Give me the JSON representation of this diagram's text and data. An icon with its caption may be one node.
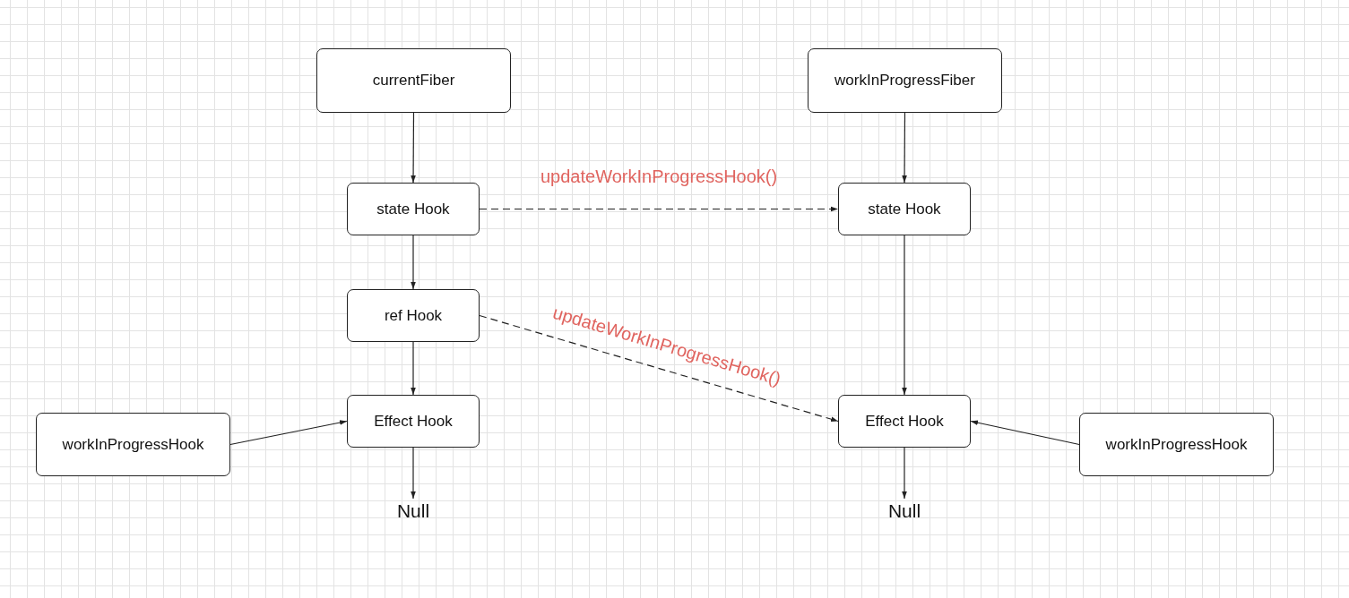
{
  "diagram": {
    "nodes": [
      {
        "text": [
          "currentFiber"
        ]
      },
      {
        "text": [
          "workInProgressFiber"
        ]
      },
      {
        "text": [
          "state Hook"
        ]
      },
      {
        "text": [
          "state Hook"
        ]
      },
      {
        "text": [
          "ref Hook"
        ]
      },
      {
        "text": [
          "Effect Hook"
        ]
      },
      {
        "text": [
          "Effect Hook"
        ]
      },
      {
        "text": [
          "workInProgressHook"
        ]
      },
      {
        "text": [
          "workInProgressHook"
        ]
      },
      {
        "text": [
          "Null"
        ]
      },
      {
        "text": [
          "Null"
        ]
      }
    ],
    "edges": [
      {
        "from": 0,
        "to": 2,
        "arrow": "to"
      },
      {
        "from": 2,
        "to": 4,
        "arrow": "to"
      },
      {
        "from": 4,
        "to": 5,
        "arrow": "to"
      },
      {
        "from": 5,
        "to": 9,
        "arrow": "to"
      },
      {
        "from": 1,
        "to": 3,
        "arrow": "to"
      },
      {
        "from": 3,
        "to": 6,
        "arrow": "to"
      },
      {
        "from": 6,
        "to": 10,
        "arrow": "to"
      },
      {
        "from": 7,
        "to": 5,
        "arrow": "to"
      },
      {
        "from": 8,
        "to": 6,
        "arrow": "to"
      },
      {
        "from": 2,
        "to": 3,
        "arrow": "to",
        "label": "updateWorkInProgressHook()",
        "style": "dashed"
      },
      {
        "from": 4,
        "to": 6,
        "arrow": "to",
        "label": "updateWorkInProgressHook()",
        "style": "dashed"
      }
    ]
  }
}
